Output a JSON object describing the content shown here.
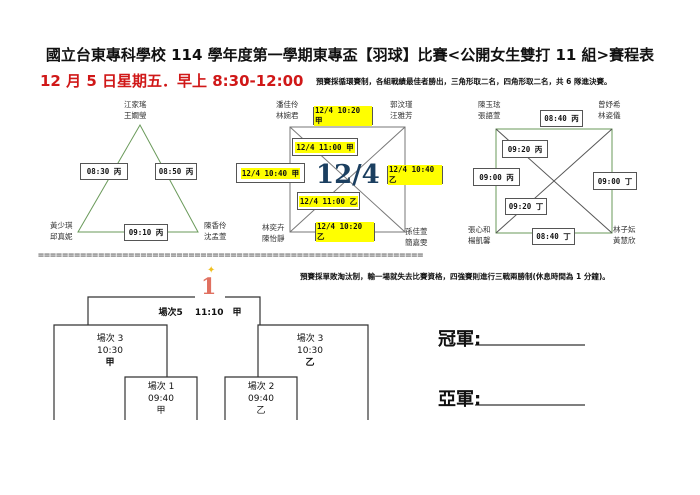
{
  "header": {
    "title": "國立台東專科學校 114 學年度第一學期東專盃【羽球】比賽<公開女生雙打 11 組>賽程表",
    "date": "12 月 5 日星期五．早上 8:30-12:00",
    "prelim_rule": "預賽採循環賽制，各組戰績最佳者勝出，三角形取二名，四角形取二名，共 6 隊進決賽。"
  },
  "triangle": {
    "top": [
      "江家瑤",
      "王嫺瑩"
    ],
    "left": [
      "黃少琪",
      "邱真妮"
    ],
    "right": [
      "陳香伶",
      "沈孟萱"
    ],
    "matches": [
      "08:30 丙",
      "08:50 丙",
      "09:10 丙"
    ]
  },
  "square_a": {
    "center_label": "12/4",
    "top_left": [
      "潘佳伶",
      "林婉君"
    ],
    "top_right": [
      "郭汶瑾",
      "汪雅芳"
    ],
    "bottom_left": [
      "林奕卉",
      "陳怡靜"
    ],
    "bottom_right": [
      "孫佳萱",
      "簡嘉雯"
    ],
    "matches": [
      "12/4  10:20 甲",
      "12/4  11:00 甲",
      "12/4  10:40 甲",
      "12/4  10:40 乙",
      "12/4  11:00 乙",
      "12/4  10:20 乙"
    ],
    "highlight_color": "#ffff00"
  },
  "square_b": {
    "top_left": [
      "陳玉玹",
      "張語萱"
    ],
    "top_right": [
      "曾妤希",
      "林姿儀"
    ],
    "bottom_left": [
      "張心和",
      "楊凱馨"
    ],
    "bottom_right": [
      "林子妘",
      "黃慧欣"
    ],
    "matches": [
      "08:40 丙",
      "09:20 丙",
      "09:00 丙",
      "09:00 丁",
      "09:20 丁",
      "08:40 丁"
    ]
  },
  "separator": "================================================================",
  "knockout": {
    "rule": "預賽採單敗淘汰制，輸一場就失去比賽資格，四強賽則進行三戰兩勝制(休息時間為 1 分鐘)。",
    "trophy_number": "1",
    "final": "場次5　 11:10　甲",
    "semi_left": [
      "場次 3",
      "10:30",
      "甲"
    ],
    "semi_right": [
      "場次 3",
      "10:30",
      "乙"
    ],
    "qf_left": [
      "場次 1",
      "09:40",
      "甲"
    ],
    "qf_right": [
      "場次 2",
      "09:40",
      "乙"
    ]
  },
  "results": {
    "champion_label": "冠軍:",
    "runner_up_label": "亞軍:"
  }
}
